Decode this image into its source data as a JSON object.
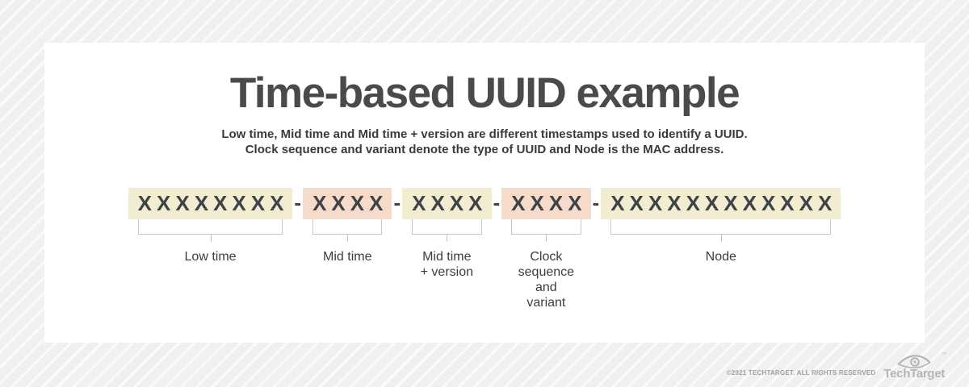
{
  "header": {
    "title": "Time-based UUID example",
    "subtitle_line1": "Low time, Mid time and Mid time + version are different timestamps used to identify a UUID.",
    "subtitle_line2": "Clock sequence and variant denote the type of UUID and Node is the MAC address."
  },
  "diagram": {
    "separator": "-",
    "colors": {
      "cream_box": "#f2ecd1",
      "pink_box": "#f7dbca",
      "char_text": "#3e4347",
      "bracket_line": "#c6c6c6"
    },
    "segments": [
      {
        "chars": "XXXXXXXX",
        "label": "Low time",
        "tone": "cream"
      },
      {
        "chars": "XXXX",
        "label": "Mid time",
        "tone": "pink"
      },
      {
        "chars": "XXXX",
        "label": "Mid time\n+ version",
        "tone": "cream"
      },
      {
        "chars": "XXXX",
        "label": "Clock\nsequence\nand\nvariant",
        "tone": "pink"
      },
      {
        "chars": "XXXXXXXXXXXX",
        "label": "Node",
        "tone": "cream"
      }
    ]
  },
  "footer": {
    "copyright": "©2021 TECHTARGET. ALL RIGHTS RESERVED",
    "logo_text": "TechTarget",
    "logo_tm": "™"
  }
}
